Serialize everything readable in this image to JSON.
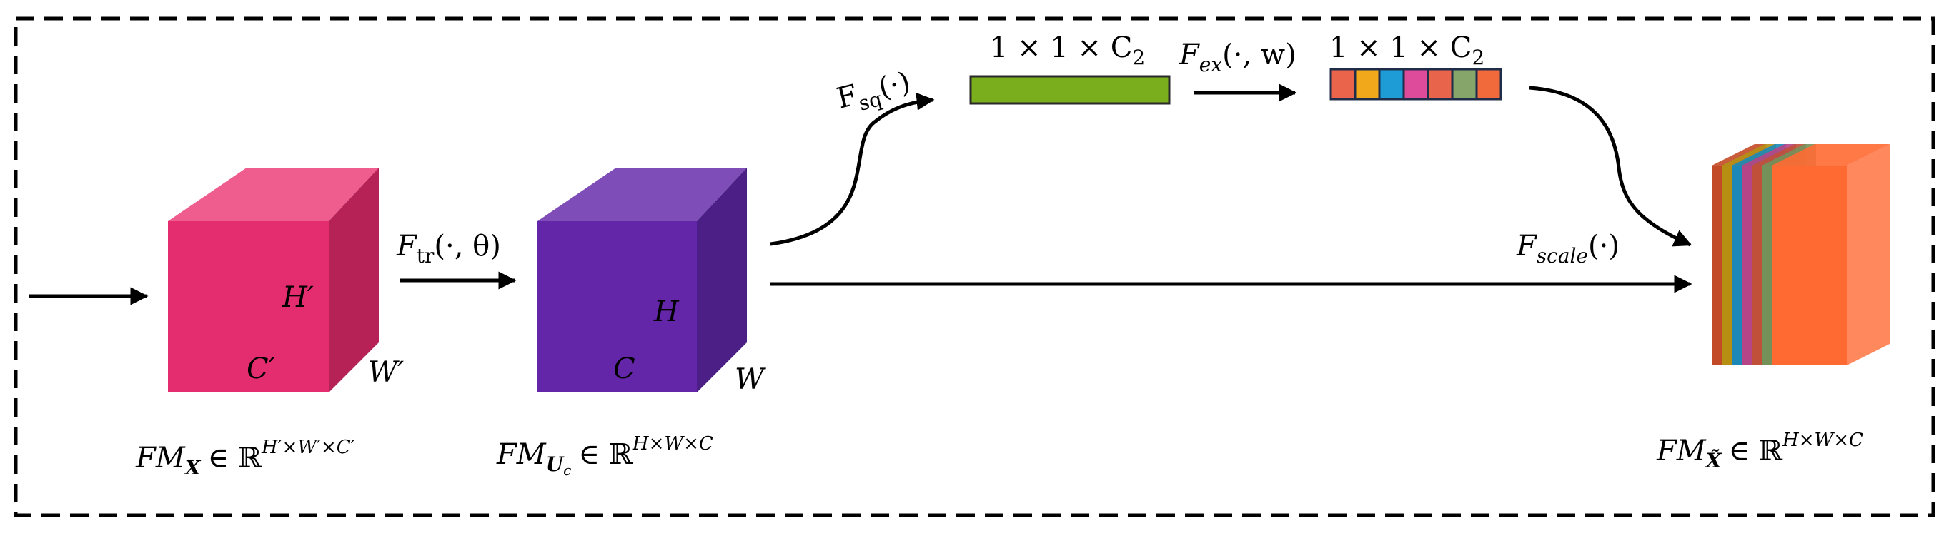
{
  "input_cube": {
    "channel_label": "C′",
    "height_label": "H′",
    "width_label": "W′",
    "caption_main": "FM",
    "caption_sub": "X",
    "caption_in": "∈ ℝ",
    "caption_sup": "H′×W′×C′",
    "colors": {
      "front": "#E42D6E",
      "top": "#EF5C8E",
      "side": "#B72256"
    }
  },
  "transform": {
    "label_main": "F",
    "label_sub": "tr",
    "label_args": "(·, θ)"
  },
  "u_cube": {
    "channel_label": "C",
    "height_label": "H",
    "width_label": "W",
    "caption_main": "FM",
    "caption_sub": "U",
    "caption_subsub": "c",
    "caption_in": "∈ ℝ",
    "caption_sup": "H×W×C",
    "colors": {
      "front": "#6426A8",
      "top": "#7E4DB8",
      "side": "#4B1F86"
    }
  },
  "squeeze": {
    "label_main": "F",
    "label_sub": "sq",
    "label_args": "(·)",
    "vector_label": "1 × 1 × C",
    "vector_label_sub": "2",
    "vector_color": "#7AAE1C"
  },
  "excitation": {
    "label_main": "F",
    "label_sub": "ex",
    "label_args": "(·, w)",
    "vector_label": "1 × 1 × C",
    "vector_label_sub": "2",
    "segment_colors": [
      "#E9644A",
      "#F2A81B",
      "#1D9CD6",
      "#DD4B9A",
      "#E8644B",
      "#86A56B",
      "#F06A3C"
    ]
  },
  "scale": {
    "label_main": "F",
    "label_sub": "scale",
    "label_args": "(·)"
  },
  "output_stack": {
    "caption_main": "FM",
    "caption_sub": "X̃",
    "caption_in": "∈ ℝ",
    "caption_sup": "H×W×C",
    "slice_colors": [
      "#C24A26",
      "#B58E12",
      "#1B88B8",
      "#B54586",
      "#C0503A",
      "#74915A",
      "#FF6A33"
    ]
  }
}
